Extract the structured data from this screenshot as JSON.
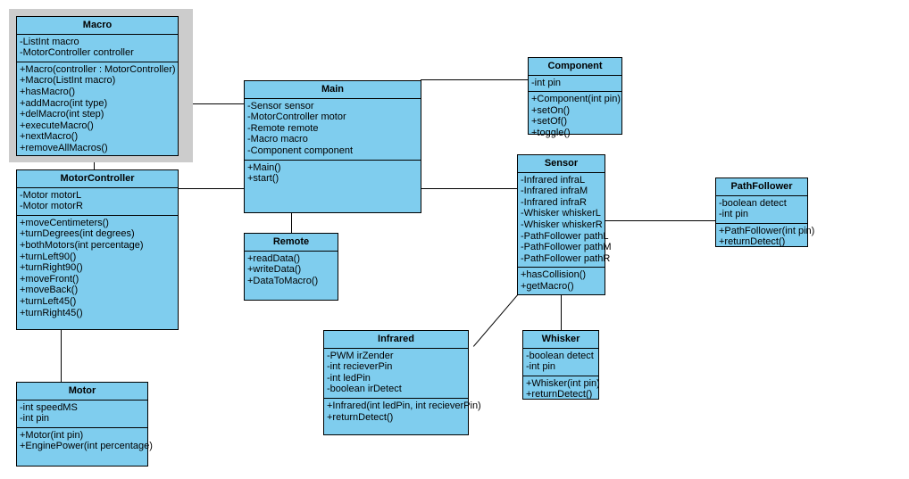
{
  "diagram": {
    "type": "uml-class-diagram",
    "background_color": "#ffffff",
    "class_fill_color": "#7FCDEE",
    "class_border_color": "#000000",
    "selection_color": "#cccccc",
    "line_color": "#000000"
  },
  "classes": {
    "macro": {
      "name": "Macro",
      "selected": true,
      "attributes": [
        "-ListInt macro",
        "-MotorController controller"
      ],
      "methods": [
        "+Macro(controller : MotorController)",
        "+Macro(ListInt macro)",
        "+hasMacro()",
        "+addMacro(int type)",
        "+delMacro(int step)",
        "+executeMacro()",
        "+nextMacro()",
        "+removeAllMacros()"
      ]
    },
    "motorcontroller": {
      "name": "MotorController",
      "selected": false,
      "attributes": [
        "-Motor motorL",
        "-Motor motorR"
      ],
      "methods": [
        "+moveCentimeters()",
        "+turnDegrees(int degrees)",
        "+bothMotors(int percentage)",
        "+turnLeft90()",
        "+turnRight90()",
        "+moveFront()",
        "+moveBack()",
        "+turnLeft45()",
        "+turnRight45()"
      ]
    },
    "motor": {
      "name": "Motor",
      "selected": false,
      "attributes": [
        "-int speedMS",
        "-int pin"
      ],
      "methods": [
        "+Motor(int pin)",
        "+EnginePower(int percentage)"
      ]
    },
    "main": {
      "name": "Main",
      "selected": false,
      "attributes": [
        "-Sensor sensor",
        "-MotorController motor",
        "-Remote remote",
        "-Macro macro",
        "-Component component"
      ],
      "methods": [
        "+Main()",
        "+start()"
      ],
      "static_methods": [
        "+Main()"
      ]
    },
    "remote": {
      "name": "Remote",
      "selected": false,
      "attributes": [],
      "methods": [
        "+readData()",
        "+writeData()",
        "+DataToMacro()"
      ]
    },
    "component": {
      "name": "Component",
      "selected": false,
      "attributes": [
        "-int pin"
      ],
      "methods": [
        "+Component(int pin)",
        "+setOn()",
        "+setOf()",
        "+toggle()"
      ]
    },
    "sensor": {
      "name": "Sensor",
      "selected": false,
      "attributes": [
        "-Infrared infraL",
        "-Infrared infraM",
        "-Infrared infraR",
        "-Whisker whiskerL",
        "-Whisker whiskerR",
        "-PathFollower pathL",
        "-PathFollower pathM",
        "-PathFollower pathR"
      ],
      "methods": [
        "+hasCollision()",
        "+getMacro()"
      ]
    },
    "pathfollower": {
      "name": "PathFollower",
      "selected": false,
      "attributes": [
        "-boolean detect",
        "-int pin"
      ],
      "methods": [
        "+PathFollower(int pin)",
        "+returnDetect()"
      ]
    },
    "infrared": {
      "name": "Infrared",
      "selected": false,
      "attributes": [
        "-PWM irZender",
        "-int recieverPin",
        "-int ledPin",
        "-boolean irDetect"
      ],
      "methods": [
        "+Infrared(int ledPin, int recieverPin)",
        "+returnDetect()"
      ]
    },
    "whisker": {
      "name": "Whisker",
      "selected": false,
      "attributes": [
        "-boolean detect",
        "-int pin"
      ],
      "methods": [
        "+Whisker(int pin)",
        "+returnDetect()"
      ]
    }
  },
  "associations": [
    {
      "from": "Macro",
      "to": "Main"
    },
    {
      "from": "Macro",
      "to": "MotorController"
    },
    {
      "from": "MotorController",
      "to": "Main"
    },
    {
      "from": "MotorController",
      "to": "Motor"
    },
    {
      "from": "Main",
      "to": "Remote"
    },
    {
      "from": "Main",
      "to": "Component"
    },
    {
      "from": "Main",
      "to": "Sensor"
    },
    {
      "from": "Sensor",
      "to": "PathFollower"
    },
    {
      "from": "Sensor",
      "to": "Whisker"
    },
    {
      "from": "Sensor",
      "to": "Infrared"
    }
  ]
}
